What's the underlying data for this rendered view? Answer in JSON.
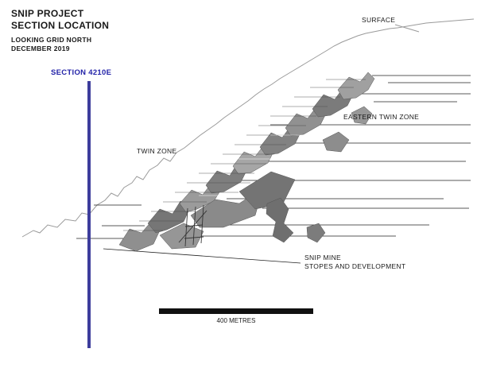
{
  "title": {
    "line1": "SNIP PROJECT",
    "line2": "SECTION LOCATION"
  },
  "subtitle": {
    "line1": "LOOKING GRID NORTH",
    "line2": "DECEMBER 2019"
  },
  "section": {
    "label": "SECTION 4210E"
  },
  "labels": {
    "surface": "SURFACE",
    "twin_zone": "TWIN ZONE",
    "eastern_twin_zone": "EASTERN TWIN ZONE"
  },
  "snip": {
    "line1": "SNIP MINE",
    "line2": "STOPES AND DEVELOPMENT"
  },
  "scale": {
    "label": "400 METRES"
  },
  "colors": {
    "section_line": "#3d3d9c",
    "section_label": "#2323a8",
    "surface_line": "#9a9a9a",
    "drift_line": "#222222",
    "stope_gray": "#8a8a8a",
    "scale_bar": "#111111"
  }
}
